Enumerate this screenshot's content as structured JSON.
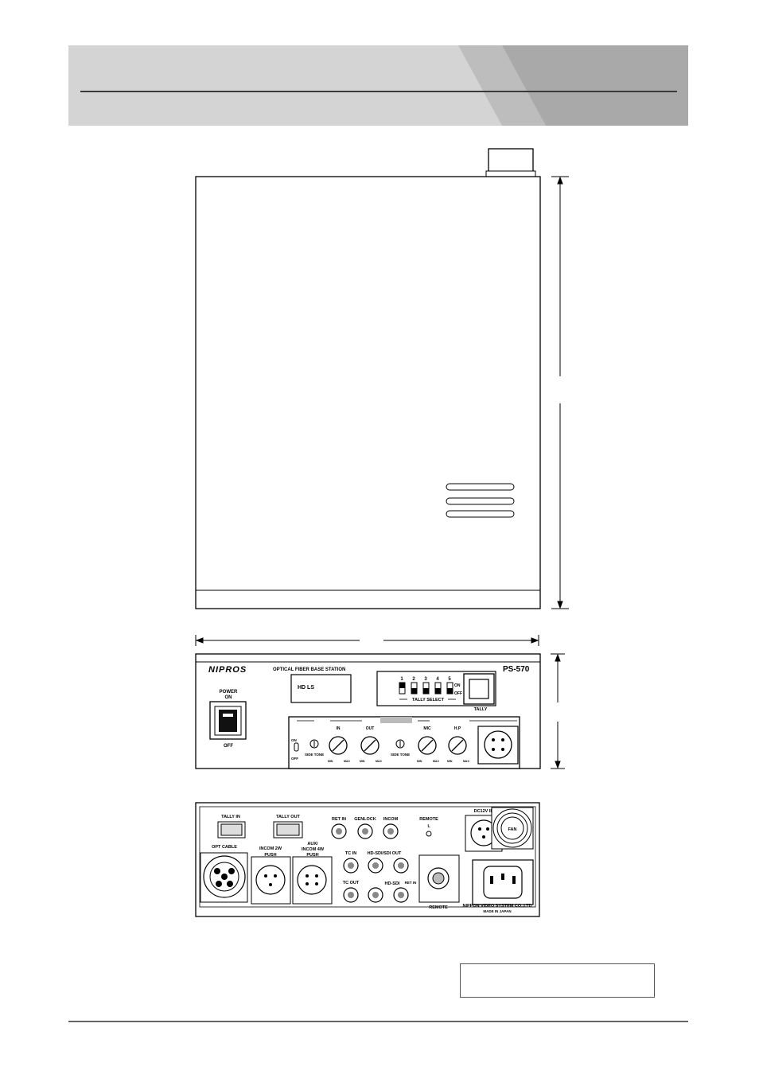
{
  "top_view": {},
  "front_panel": {
    "brand": "NIPROS",
    "device_name": "OPTICAL FIBER BASE STATION",
    "model": "PS-570",
    "power": {
      "label": "POWER",
      "on": "ON",
      "off": "OFF"
    },
    "display_text": "HD LS",
    "tally_select": {
      "numbers": [
        "1",
        "2",
        "3",
        "4",
        "5"
      ],
      "on": "ON",
      "off": "OFF",
      "label": "TALLY SELECT",
      "button_label": "TALLY"
    },
    "intercom": {
      "toggle_on": "ON",
      "toggle_off": "OFF",
      "side_tone": "SIDE\nTONE",
      "knob_labels": [
        "IN",
        "OUT",
        "MIC",
        "H.P"
      ],
      "min": "MIN",
      "max": "MAX"
    }
  },
  "rear_panel": {
    "tally_in": "TALLY IN",
    "tally_out": "TALLY OUT",
    "ret_in": "RET IN",
    "genlock": "GENLOCK",
    "incom": "INCOM",
    "remote_top": "REMOTE",
    "remote_l": "L",
    "dc_in": "DC12V IN",
    "fan": "FAN",
    "opt_cable": "OPT CABLE",
    "incom_2w": "INCOM 2W",
    "aux_incom_line1": "AUX/",
    "aux_incom_line2": "INCOM 4W",
    "push": "PUSH",
    "tc_in": "TC IN",
    "hd_sdi_out": "HD-SDI/SDI OUT",
    "tc_out": "TC OUT",
    "hd_sdi_ret": "HD-SDI",
    "ret_in_small": "RET IN",
    "remote_bottom": "REMOTE",
    "maker": "NIPPON VIDEO SYSTEM CO.,LTD",
    "made_in": "MADE IN JAPAN"
  }
}
